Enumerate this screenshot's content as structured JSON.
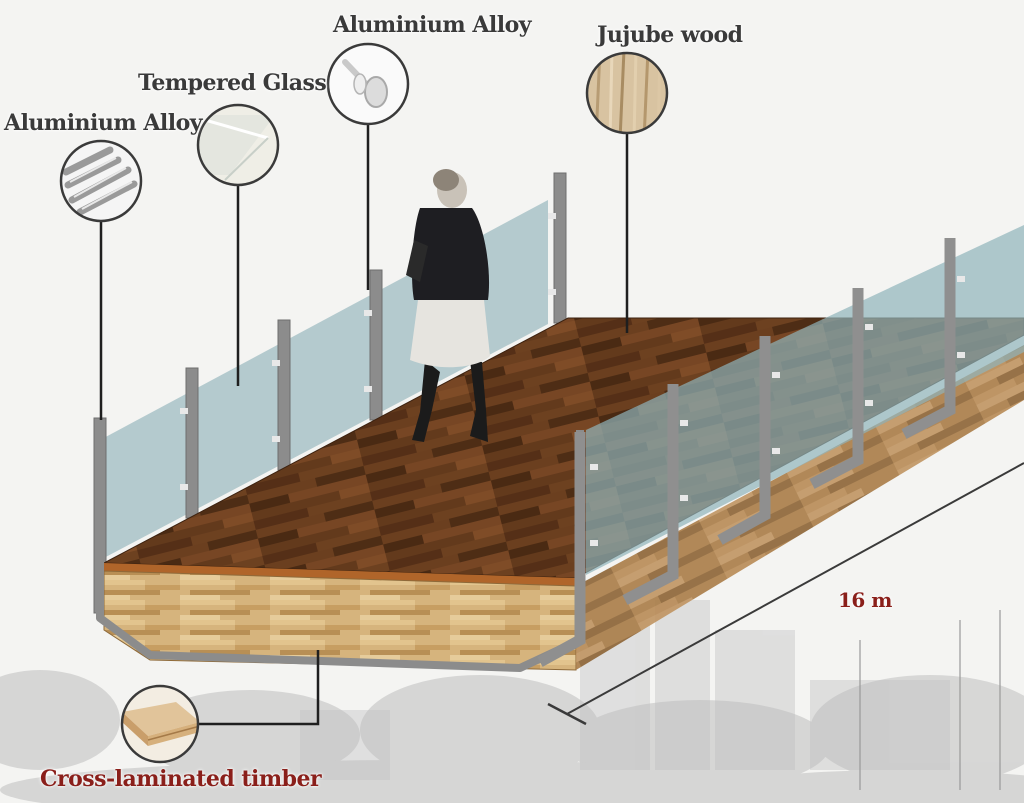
{
  "materials": {
    "aluminium_left": "Aluminium Alloy",
    "tempered_glass": "Tempered Glass",
    "aluminium_top": "Aluminium Alloy",
    "jujube_wood": "Jujube wood",
    "clt": "Cross-laminated timber"
  },
  "dimension": {
    "length": "16 m"
  },
  "colors": {
    "deck": "#5a3419",
    "glass": "#9fbcc2",
    "post": "#8c8c8c",
    "clt": "#d4b07a",
    "label_dark": "#3a3a3a",
    "label_red": "#8a1f1a"
  }
}
